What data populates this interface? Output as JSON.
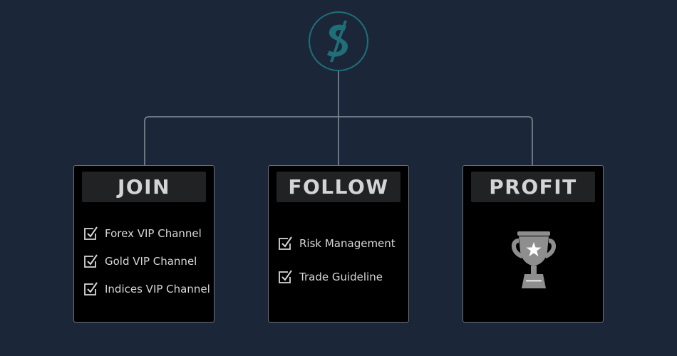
{
  "logo": {
    "icon": "dollar-sign-icon",
    "color": "#1f6f78"
  },
  "cards": [
    {
      "title": "JOIN",
      "items": [
        "Forex VIP Channel",
        "Gold VIP Channel",
        "Indices VIP Channel"
      ]
    },
    {
      "title": "FOLLOW",
      "items": [
        "Risk Management",
        "Trade Guideline"
      ]
    },
    {
      "title": "PROFIT",
      "icon": "trophy-icon"
    }
  ],
  "colors": {
    "background": "#1b2738",
    "card": "#000000",
    "header": "#212223",
    "accent": "#1f6f78",
    "connector": "#8a8f96"
  }
}
